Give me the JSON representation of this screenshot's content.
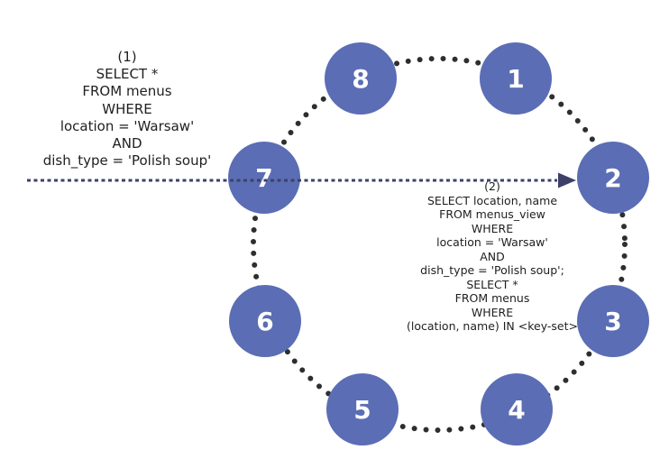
{
  "colors": {
    "background": "#ffffff",
    "node_fill": "#5b6db4",
    "node_label": "#ffffff",
    "ring_dot": "#2e2e2e",
    "arrow": "#3d4169",
    "text": "#1f1f1f"
  },
  "diagram": {
    "type": "token-ring of 8 database nodes with query routing arrow",
    "nodes": [
      {
        "label": "1"
      },
      {
        "label": "2"
      },
      {
        "label": "3"
      },
      {
        "label": "4"
      },
      {
        "label": "5"
      },
      {
        "label": "6"
      },
      {
        "label": "7"
      },
      {
        "label": "8"
      }
    ],
    "query1": {
      "lines": [
        "(1)",
        "SELECT *",
        "FROM menus",
        "WHERE",
        "location = 'Warsaw'",
        "AND",
        "dish_type = 'Polish soup'"
      ]
    },
    "query2": {
      "lines": [
        "(2)",
        "SELECT location, name",
        "FROM menus_view",
        "WHERE",
        "location = 'Warsaw'",
        "AND",
        "dish_type = 'Polish soup';",
        "SELECT *",
        "FROM menus",
        "WHERE",
        "(location, name) IN <key-set>"
      ]
    }
  }
}
